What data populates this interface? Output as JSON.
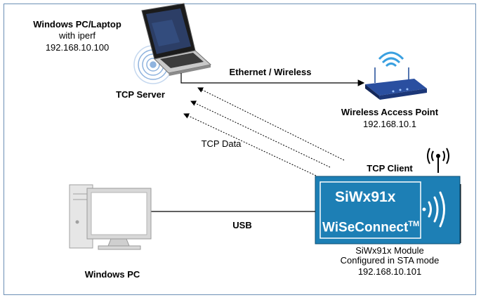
{
  "laptop": {
    "title": "Windows PC/Laptop",
    "subtitle": "with iperf",
    "ip": "192.168.10.100",
    "role": "TCP Server"
  },
  "link": {
    "label": "Ethernet / Wireless"
  },
  "access_point": {
    "title": "Wireless Access Point",
    "ip": "192.168.10.1"
  },
  "data_flow": {
    "label": "TCP Data"
  },
  "module": {
    "role": "TCP Client",
    "brand": "SiWx91x",
    "product": "WiSeConnect",
    "trademark": "TM",
    "caption_line1": "SiWx91x Module",
    "caption_line2": "Configured in STA mode",
    "ip": "192.168.10.101"
  },
  "usb": {
    "label": "USB"
  },
  "pc": {
    "title": "Windows PC"
  },
  "colors": {
    "module_blue": "#1d7fb5",
    "frame_border": "#6b8fb5"
  },
  "icons": [
    "laptop-icon",
    "wireless-signal-icon",
    "router-icon",
    "desktop-pc-icon",
    "antenna-icon",
    "wifi-waves-icon"
  ]
}
